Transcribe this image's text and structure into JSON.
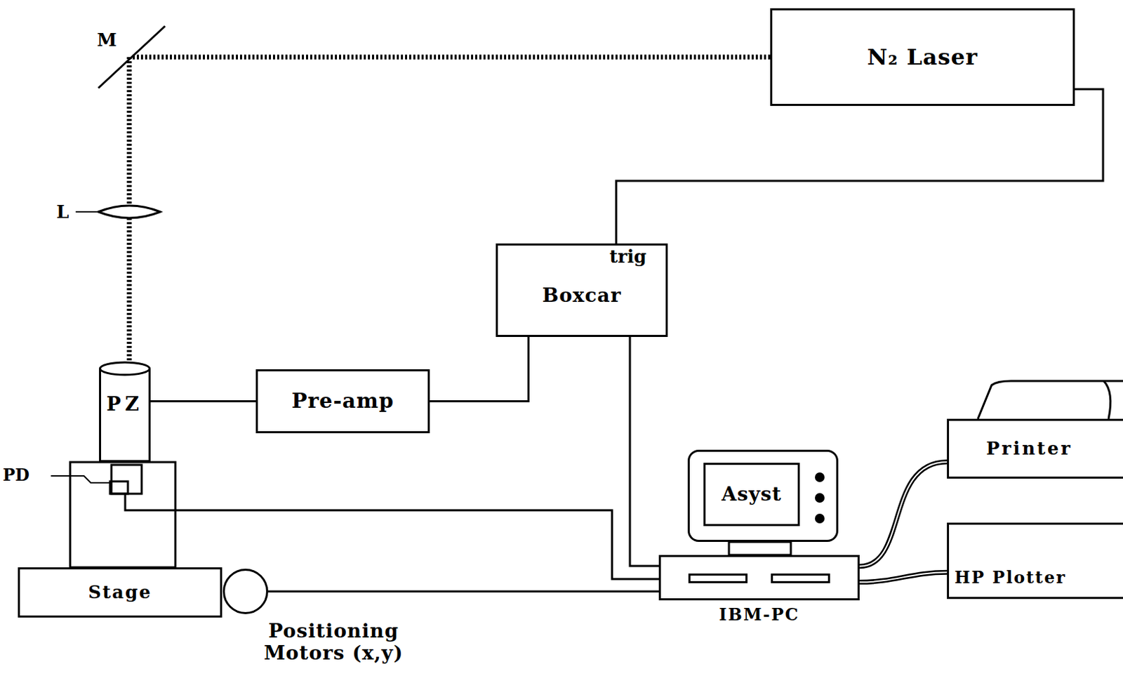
{
  "diagram": {
    "nodes": [
      {
        "text": [
          "N₂ Laser"
        ]
      },
      {
        "text": [
          "trig",
          "Boxcar"
        ]
      },
      {
        "text": [
          "Pre-amp"
        ]
      },
      {
        "text": [
          "PZ"
        ]
      },
      {
        "text": [
          "Asyst"
        ]
      },
      {
        "text": [
          "Printer"
        ]
      },
      {
        "text": [
          "HP Plotter"
        ]
      },
      {
        "text": [
          "Stage"
        ]
      },
      {
        "text": [
          "Positioning Motors (x,y)"
        ]
      },
      {
        "text": [
          "IBM-PC"
        ]
      }
    ],
    "edges": [
      {
        "from": 0,
        "to": 1,
        "arrow": "none"
      },
      {
        "from": 3,
        "to": 2,
        "arrow": "none"
      },
      {
        "from": 2,
        "to": 1,
        "arrow": "none"
      },
      {
        "from": 1,
        "to": 9,
        "arrow": "none"
      },
      {
        "from": 8,
        "to": 9,
        "arrow": "none"
      },
      {
        "from": 9,
        "to": 5,
        "arrow": "none"
      },
      {
        "from": 9,
        "to": 6,
        "arrow": "none"
      }
    ],
    "labels": [
      "M",
      "L",
      "PD"
    ]
  }
}
